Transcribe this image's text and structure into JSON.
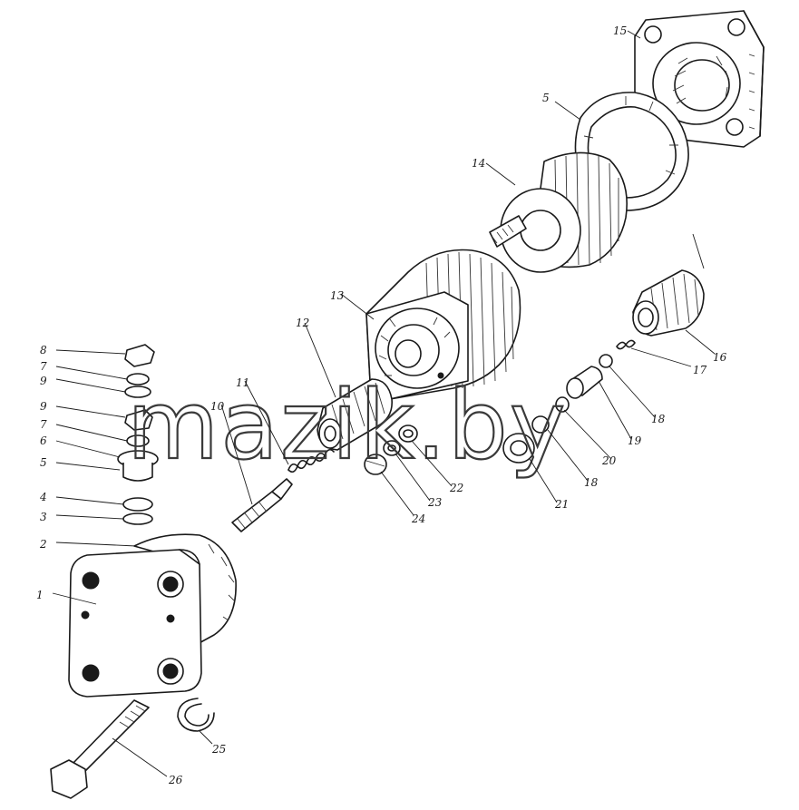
{
  "watermark": "mazik.by",
  "callouts": {
    "c1": "1",
    "c2": "2",
    "c3": "3",
    "c4": "4",
    "c5": "5",
    "c6": "6",
    "c7a": "7",
    "c7b": "7",
    "c8": "8",
    "c9a": "9",
    "c9b": "9",
    "c10": "10",
    "c11": "11",
    "c12": "12",
    "c13": "13",
    "c14": "14",
    "c15": "15",
    "c16": "16",
    "c17": "17",
    "c18a": "18",
    "c18b": "18",
    "c19": "19",
    "c20": "20",
    "c21": "21",
    "c22": "22",
    "c23": "23",
    "c24": "24",
    "c25": "25",
    "c26": "26"
  }
}
